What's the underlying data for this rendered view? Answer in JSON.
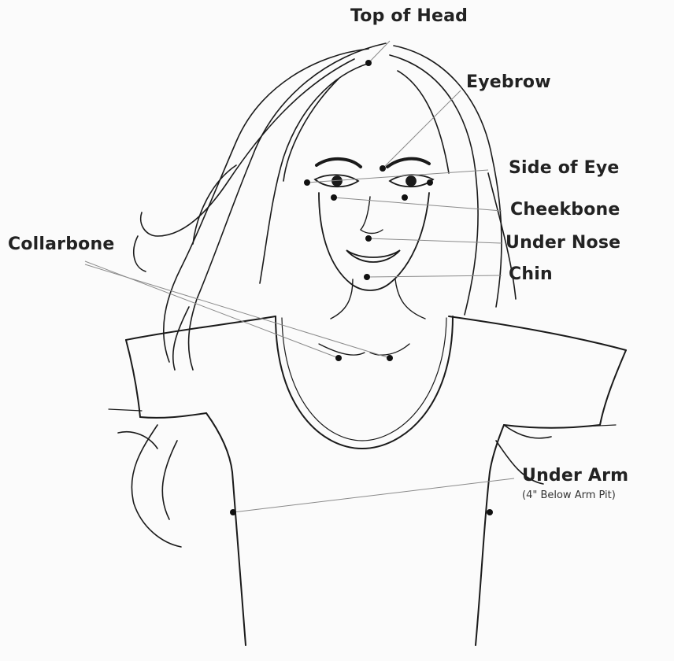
{
  "labels": {
    "top_of_head": "Top of Head",
    "eyebrow": "Eyebrow",
    "side_of_eye": "Side of Eye",
    "cheekbone": "Cheekbone",
    "under_nose": "Under Nose",
    "chin": "Chin",
    "collarbone": "Collarbone",
    "under_arm": "Under Arm",
    "under_arm_note": "(4\" Below Arm Pit)"
  },
  "colors": {
    "line": "#1a1a1a",
    "leader": "#8a8a8a",
    "dot": "#111111",
    "paper": "#fbfbfb"
  }
}
